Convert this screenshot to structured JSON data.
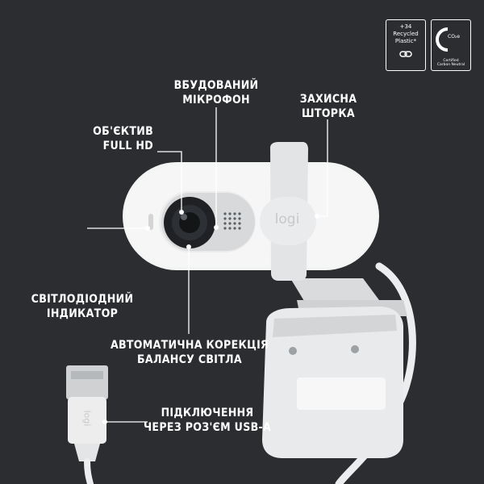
{
  "callouts": {
    "microphone": [
      "ВБУДОВАНИЙ",
      "МІКРОФОН"
    ],
    "privacy_shutter": [
      "ЗАХИСНА",
      "ШТОРКА"
    ],
    "lens": [
      "ОБ'ЄКТИВ",
      "FULL HD"
    ],
    "led": [
      "СВІТЛОДІОДНИЙ",
      "ІНДИКАТОР"
    ],
    "white_balance": [
      "АВТОМАТИЧНА КОРЕКЦІЯ",
      "БАЛАНСУ СВІТЛА"
    ],
    "usb": [
      "ПІДКЛЮЧЕННЯ",
      "ЧЕРЕЗ РОЗ'ЄМ USB-A"
    ]
  },
  "badges": {
    "recycled": [
      "+34",
      "Recycled",
      "Plastic*"
    ],
    "carbon": {
      "letter": "C",
      "sub": "CO₂e",
      "note": [
        "Certified",
        "Carbon Neutral"
      ]
    }
  },
  "product": {
    "logo_text": "logi",
    "usb_logo_text": "logi"
  },
  "colors": {
    "background": "#2b2d31",
    "device": "#f2f3f3",
    "text": "#ffffff",
    "lines": "#ffffff"
  }
}
